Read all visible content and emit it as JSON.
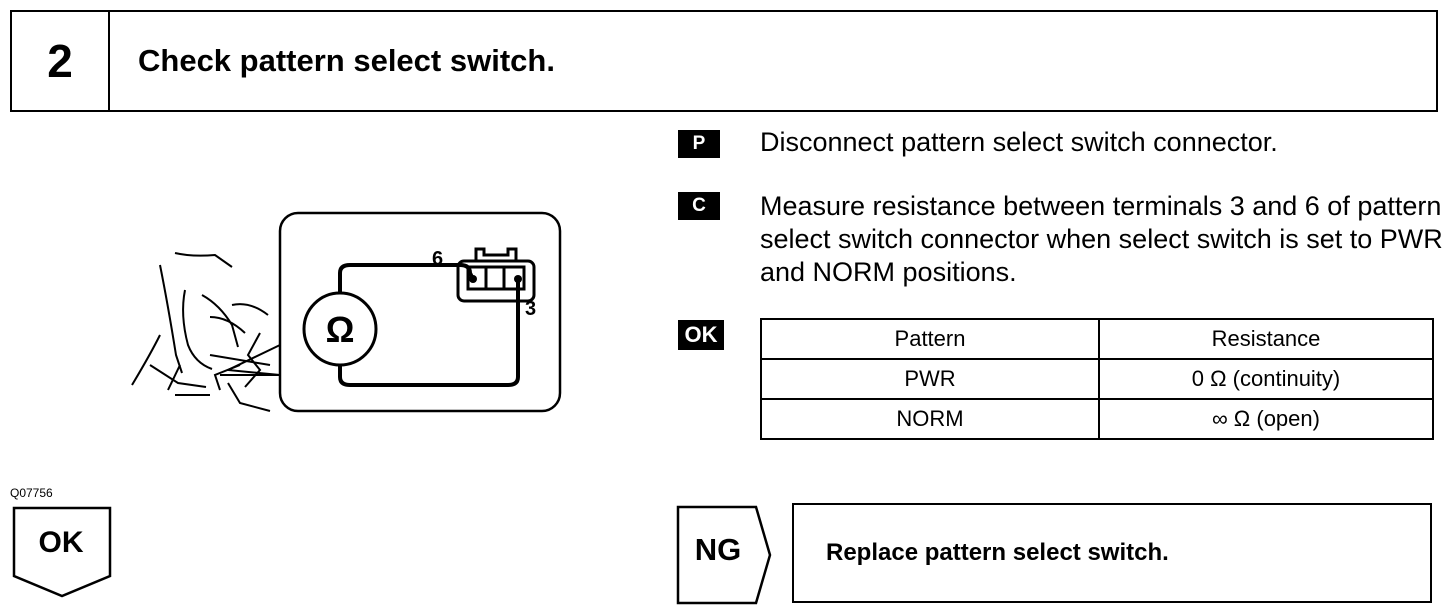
{
  "step": {
    "number": "2",
    "title": "Check pattern select switch."
  },
  "instructions": [
    {
      "tag": "P",
      "text": "Disconnect pattern select switch connector."
    },
    {
      "tag": "C",
      "text": "Measure resistance between terminals 3 and 6 of pattern select switch connector when select switch is set to PWR and NORM positions."
    }
  ],
  "ok_tag": "OK",
  "spec_table": {
    "headers": [
      "Pattern",
      "Resistance"
    ],
    "rows": [
      [
        "PWR",
        "0 Ω (continuity)"
      ],
      [
        "NORM",
        "∞ Ω (open)"
      ]
    ]
  },
  "figure": {
    "code": "Q07756",
    "ohm_symbol": "Ω",
    "terminal_a": "6",
    "terminal_b": "3"
  },
  "ok_result": "OK",
  "ng_result": {
    "label": "NG",
    "action": "Replace pattern select switch."
  }
}
